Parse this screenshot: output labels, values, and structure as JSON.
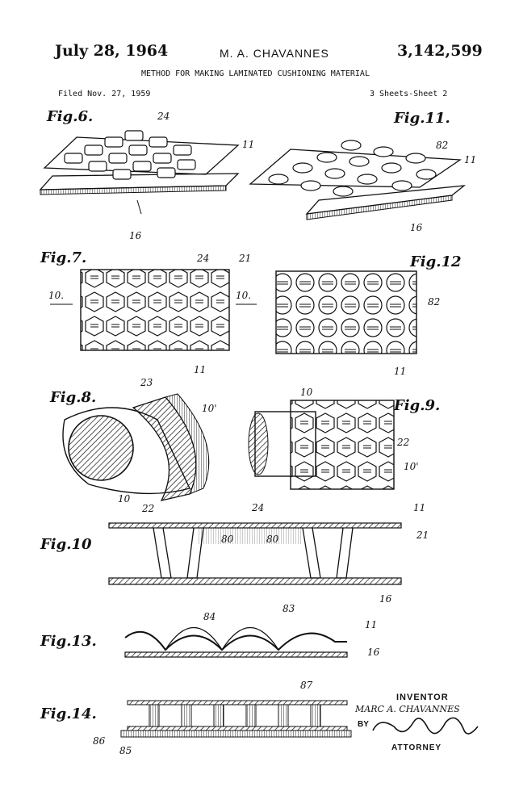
{
  "header": {
    "date": "July 28, 1964",
    "inventor": "M. A. CHAVANNES",
    "patent_number": "3,142,599",
    "title": "METHOD FOR MAKING LAMINATED CUSHIONING MATERIAL",
    "filed": "Filed Nov. 27, 1959",
    "sheets": "3 Sheets-Sheet 2"
  },
  "figures": [
    {
      "label": "Fig.6.",
      "refs": [
        "24",
        "11",
        "16"
      ]
    },
    {
      "label": "Fig.11.",
      "refs": [
        "82",
        "11",
        "16"
      ]
    },
    {
      "label": "Fig.7.",
      "refs": [
        "24",
        "21",
        "10.",
        "10.",
        "11"
      ]
    },
    {
      "label": "Fig.12",
      "refs": [
        "82",
        "11"
      ]
    },
    {
      "label": "Fig.8.",
      "refs": [
        "23",
        "10'",
        "10",
        "22"
      ]
    },
    {
      "label": "Fig.9.",
      "refs": [
        "10",
        "22",
        "10'"
      ]
    },
    {
      "label": "Fig.10",
      "refs": [
        "24",
        "11",
        "21",
        "80",
        "80",
        "16"
      ]
    },
    {
      "label": "Fig.13.",
      "refs": [
        "84",
        "83",
        "11",
        "16"
      ]
    },
    {
      "label": "Fig.14.",
      "refs": [
        "87",
        "86",
        "85"
      ]
    }
  ],
  "signature": {
    "inventor_caption": "INVENTOR",
    "inventor_name": "MARC A. CHAVANNES",
    "by": "BY",
    "attorney_caption": "ATTORNEY"
  }
}
